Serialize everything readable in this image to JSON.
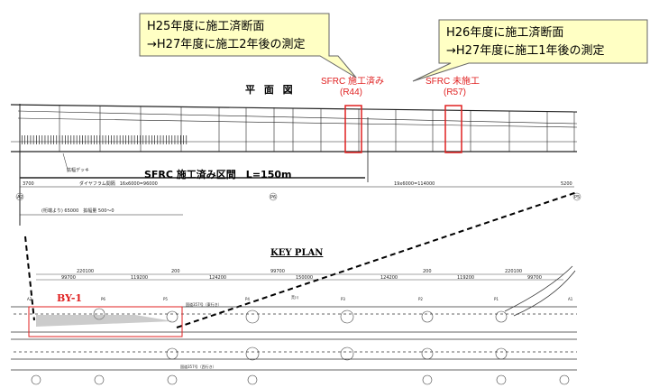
{
  "callouts": [
    {
      "line1": "H25年度に施工済断面",
      "line2": "→H27年度に施工2年後の測定"
    },
    {
      "line1": "H26年度に施工済断面",
      "line2": "→H27年度に施工1年後の測定"
    }
  ],
  "plan": {
    "title": "平 面 図",
    "markers": [
      {
        "label": "SFRC 施工済み",
        "id": "(R44)"
      },
      {
        "label": "SFRC 未施工",
        "id": "(R57)"
      }
    ],
    "deck_label": "拡幅デッキ",
    "section_label": "SFRC 施工済み区間　L=150m",
    "dim_left": "3700",
    "dim_diaphragm": "ダイヤフラム間隔　16x6000=96000",
    "dim_right": "19x6000=114000",
    "dim_end": "5200",
    "widening": "(桁端より) 65000　拡幅量 500〜0",
    "piers": [
      "A2",
      "P6",
      "P5"
    ]
  },
  "keyplan": {
    "title": "KEY PLAN",
    "box_label": "BY-1",
    "piers": [
      "A2",
      "P6",
      "P5",
      "P4",
      "P3",
      "P2",
      "P1",
      "A1"
    ],
    "dims_top": [
      "220100",
      "200",
      "99700",
      "200",
      "220100"
    ],
    "dims_mid": [
      "99700",
      "119200",
      "124200",
      "150000",
      "124200",
      "119200",
      "99700"
    ],
    "river": "荒川",
    "road_east": "国道357号（東行き）",
    "road_west": "国道357号（西行き）"
  },
  "colors": {
    "callout_fill": "#ffffc4",
    "marker": "#e02020"
  }
}
